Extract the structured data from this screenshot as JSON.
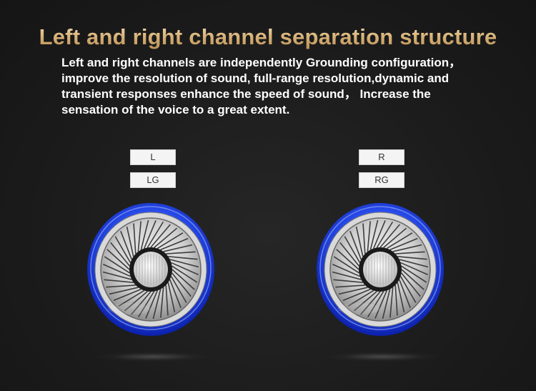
{
  "heading": {
    "title": "Left and right channel separation structure",
    "lines": [
      "Left and right channels are independently Grounding configuration，",
      "improve the resolution of sound, full-range resolution,dynamic and",
      "transient responses enhance the speed of sound， Increase the",
      "sensation of the voice to a great extent."
    ]
  },
  "left_channel": {
    "signal_label": "L",
    "ground_label": "LG"
  },
  "right_channel": {
    "signal_label": "R",
    "ground_label": "RG"
  },
  "colors": {
    "background": "#1b1b1b",
    "title_gold": "#d9b47a",
    "driver_ring_blue": "#2a4ff0",
    "driver_cone": "#cfcfcf"
  }
}
